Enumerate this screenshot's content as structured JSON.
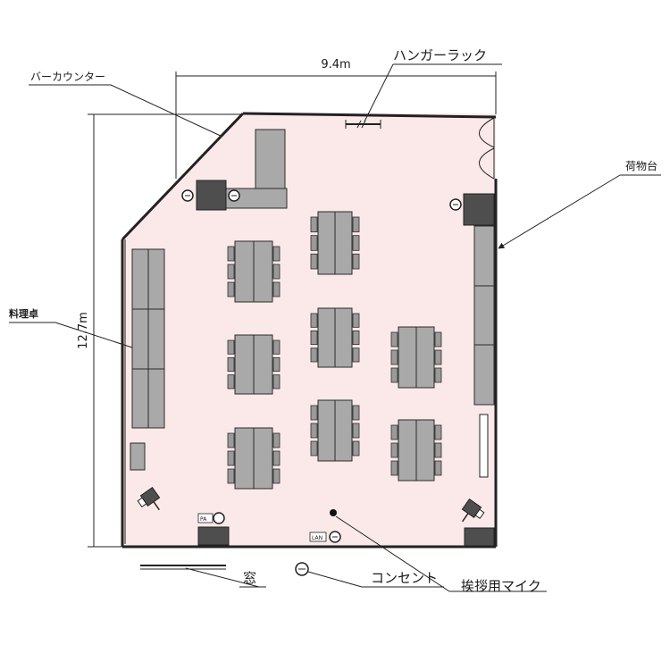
{
  "labels": {
    "width_dimension": "9.4m",
    "height_dimension": "12.7m",
    "hanger_rack": "ハンガーラック",
    "bar_counter": "バーカウンター",
    "luggage_stand": "荷物台",
    "cooking_table": "料理卓",
    "window": "窓",
    "outlet": "コンセント",
    "speech_mic": "挨拶用マイク",
    "pa_tag": "PA",
    "lan_tag": "LAN"
  },
  "colors": {
    "floor": "#fbe9e9",
    "wall": "#222222",
    "furniture": "#a9a9a9",
    "dark_fixture": "#4e4e4e"
  }
}
